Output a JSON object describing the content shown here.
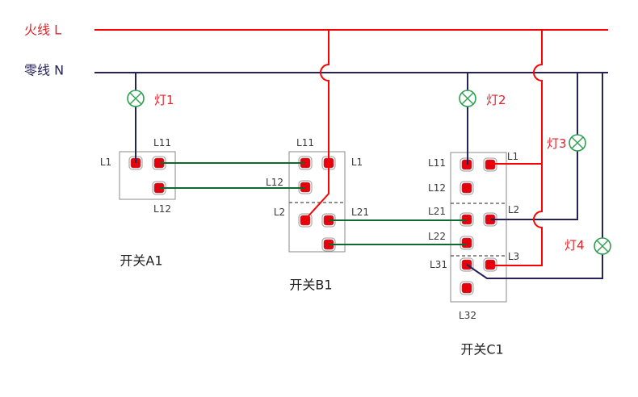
{
  "colors": {
    "live": "#ff0000",
    "neutral": "#26225a",
    "traveler": "#0b6b2e",
    "lamp": "#2e9e4f",
    "label_red": "#e2242b"
  },
  "bus": {
    "live_label": "火线 L",
    "neutral_label": "零线 N"
  },
  "lamps": [
    {
      "label": "灯1"
    },
    {
      "label": "灯2"
    },
    {
      "label": "灯3"
    },
    {
      "label": "灯4"
    }
  ],
  "switches": {
    "A1": {
      "name": "开关A1",
      "terminal_labels": {
        "L1": "L1",
        "L11": "L11",
        "L12": "L12"
      }
    },
    "B1": {
      "name": "开关B1",
      "terminal_labels": {
        "L11": "L11",
        "L1": "L1",
        "L12": "L12",
        "L2": "L2",
        "L21": "L21"
      }
    },
    "C1": {
      "name": "开关C1",
      "terminal_labels": {
        "L11": "L11",
        "L12": "L12",
        "L21": "L21",
        "L22": "L22",
        "L31": "L31",
        "L32": "L32",
        "L1": "L1",
        "L2": "L2",
        "L3": "L3"
      }
    }
  }
}
